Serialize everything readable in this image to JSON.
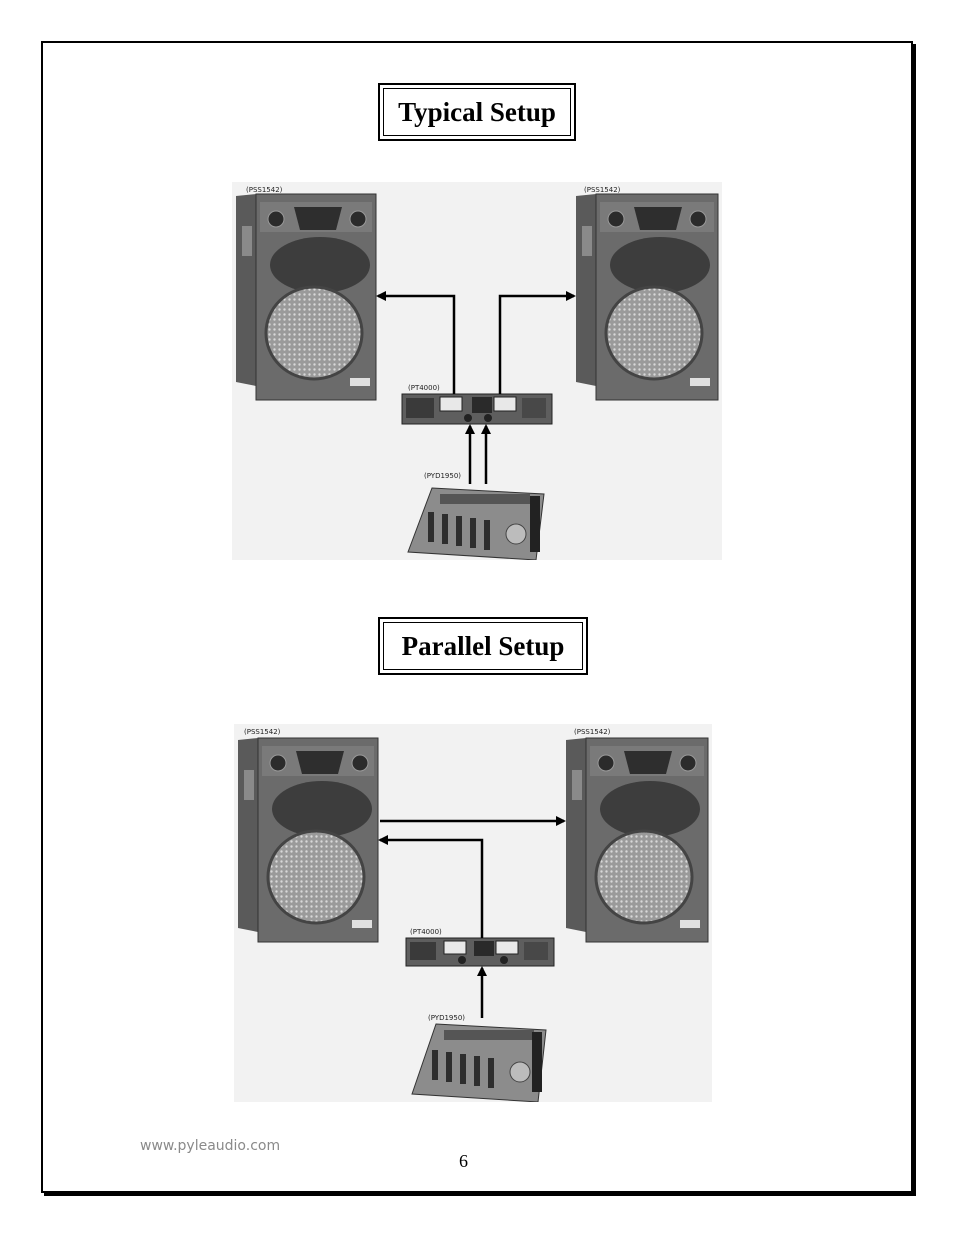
{
  "sections": [
    {
      "title": "Typical Setup",
      "speaker_left_label": "(PSS1542)",
      "speaker_right_label": "(PSS1542)",
      "amplifier_label": "(PT4000)",
      "mixer_label": "(PYD1950)"
    },
    {
      "title": "Parallel Setup",
      "speaker_left_label": "(PSS1542)",
      "speaker_right_label": "(PSS1542)",
      "amplifier_label": "(PT4000)",
      "mixer_label": "(PYD1950)"
    }
  ],
  "footer": {
    "url": "www.pyleaudio.com",
    "page_number": "6"
  }
}
